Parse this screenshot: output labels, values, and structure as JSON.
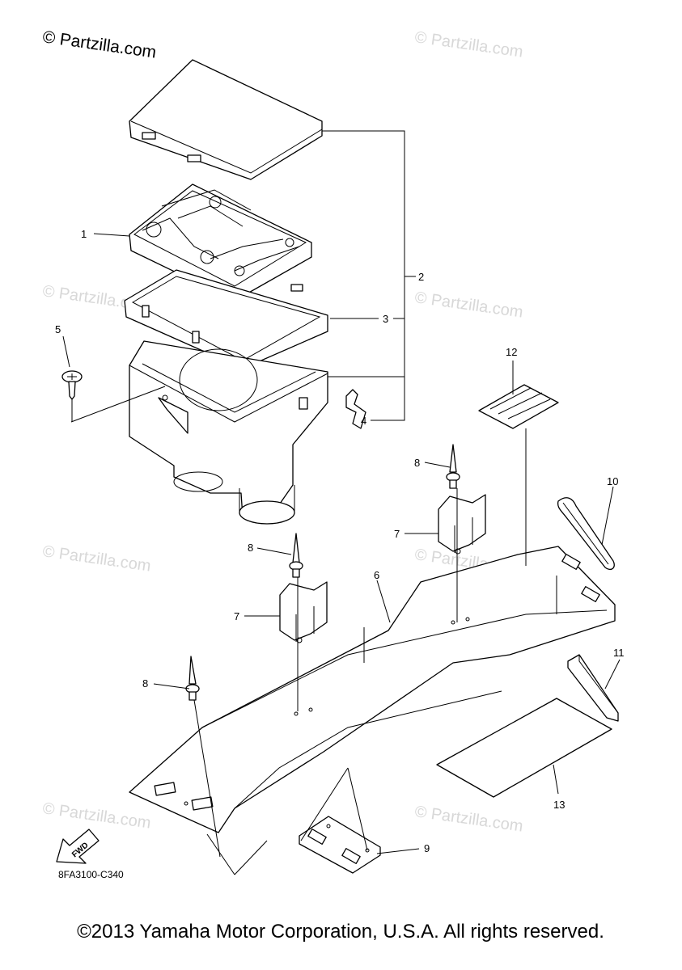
{
  "watermark": {
    "main": "© Partzilla.com",
    "faint": "© Partzilla.com"
  },
  "diagram_code": "8FA3100-C340",
  "fwd_label": "FWD",
  "copyright": "©2013 Yamaha Motor Corporation, U.S.A. All rights reserved.",
  "callouts": [
    "1",
    "2",
    "3",
    "4",
    "5",
    "6",
    "7",
    "7",
    "8",
    "8",
    "8",
    "9",
    "10",
    "11",
    "12",
    "13"
  ]
}
